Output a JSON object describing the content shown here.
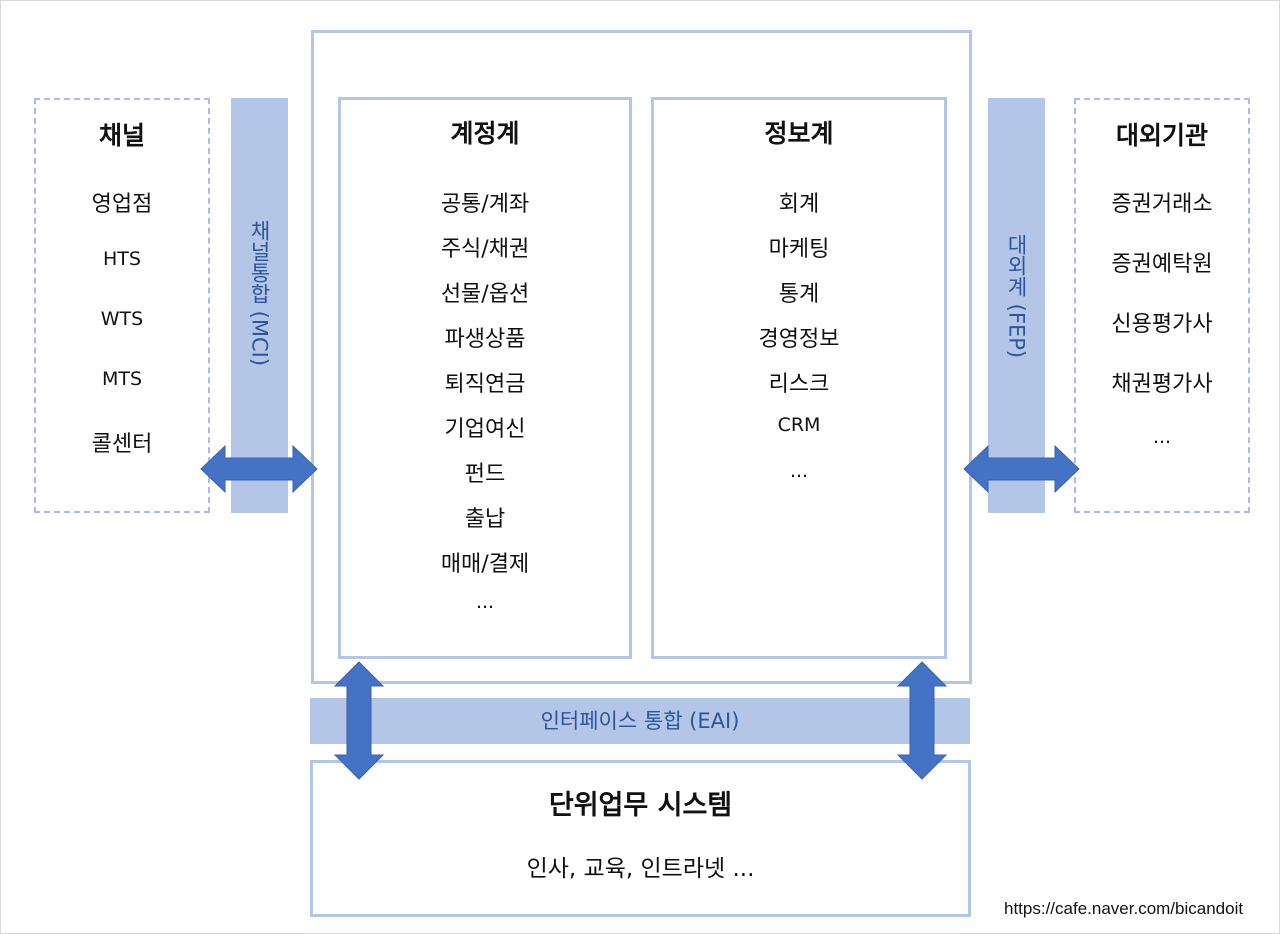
{
  "channel": {
    "title": "채널",
    "items": [
      "영업점",
      "HTS",
      "WTS",
      "MTS",
      "콜센터"
    ]
  },
  "mci_bar": {
    "label": "채널통합 (MCI)"
  },
  "accounting": {
    "title": "계정계",
    "items": [
      "공통/계좌",
      "주식/채권",
      "선물/옵션",
      "파생상품",
      "퇴직연금",
      "기업여신",
      "펀드",
      "출납",
      "매매/결제",
      "..."
    ]
  },
  "information": {
    "title": "정보계",
    "items": [
      "회계",
      "마케팅",
      "통계",
      "경영정보",
      "리스크",
      "CRM",
      "..."
    ]
  },
  "fep_bar": {
    "label": "대외계 (FEP)"
  },
  "external": {
    "title": "대외기관",
    "items": [
      "증권거래소",
      "증권예탁원",
      "신용평가사",
      "채권평가사",
      "..."
    ]
  },
  "eai_bar": {
    "label": "인터페이스 통합 (EAI)"
  },
  "unit_system": {
    "title": "단위업무 시스템",
    "subtitle": "인사, 교육, 인트라넷 ..."
  },
  "credit": "https://cafe.naver.com/bicandoit",
  "colors": {
    "box_border": "#b4c6e7",
    "bar_fill": "#b4c6e7",
    "arrow_fill": "#4472c4",
    "bar_text": "#2f5597"
  }
}
